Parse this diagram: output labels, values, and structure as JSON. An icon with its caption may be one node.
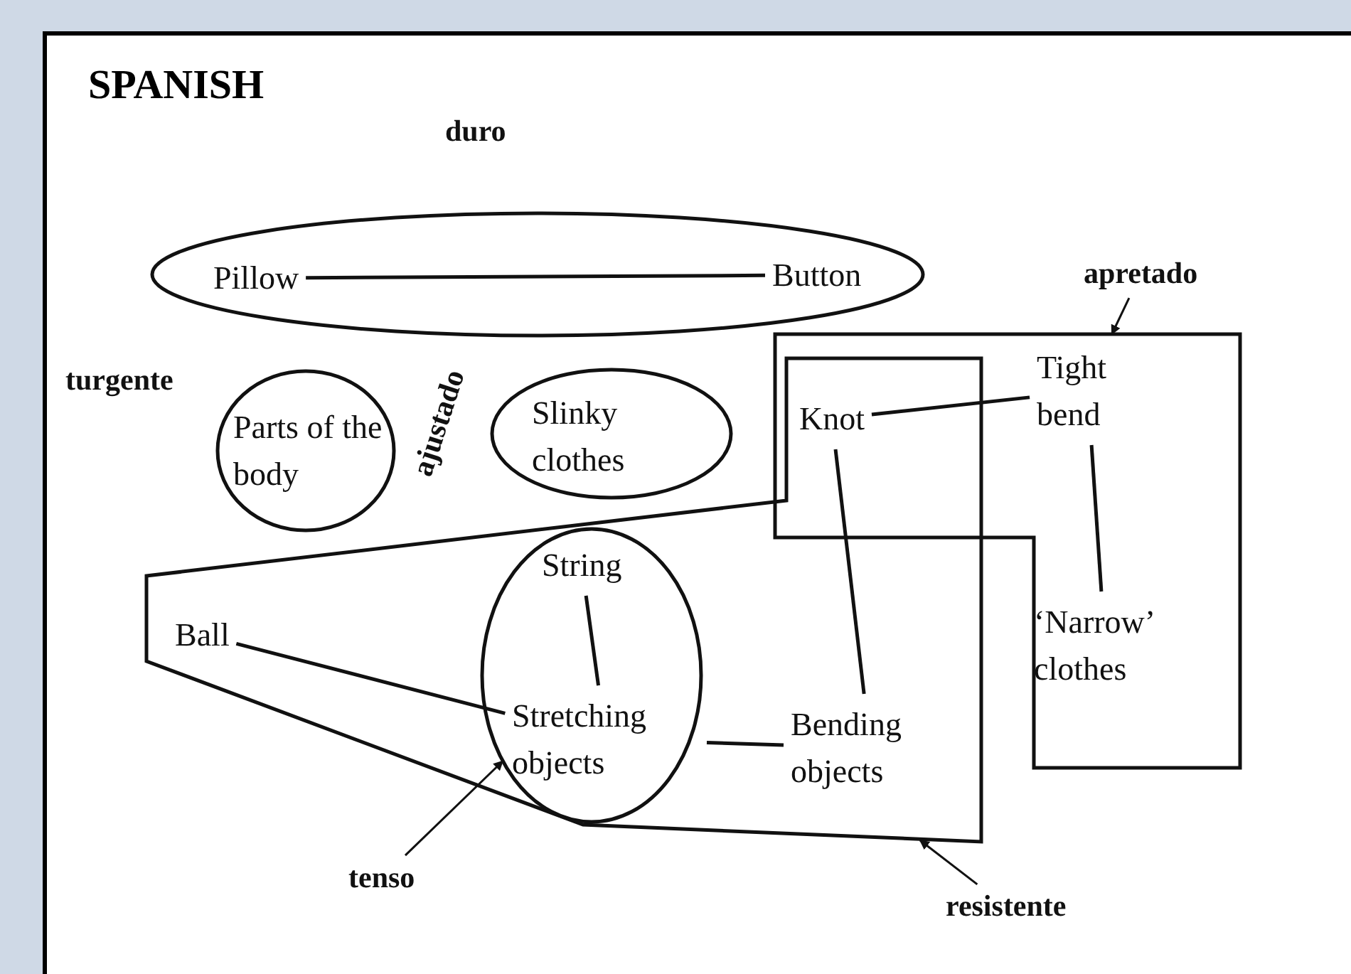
{
  "diagram": {
    "title": "SPANISH",
    "nodes": [
      {
        "text": [
          "duro"
        ]
      },
      {
        "text": [
          "Pillow"
        ],
        "in": 0
      },
      {
        "text": [
          "Button"
        ],
        "in": 0
      },
      {
        "text": [
          "turgente",
          "Parts of the body"
        ]
      },
      {
        "text": [
          "ajustado",
          "Slinky clothes"
        ]
      },
      {
        "text": [
          "apretado"
        ]
      },
      {
        "text": [],
        "shape": "polygon"
      },
      {
        "text": [],
        "shape": "polygon"
      },
      {
        "text": [
          "Knot"
        ]
      },
      {
        "text": [
          "Tight bend"
        ],
        "in": 6
      },
      {
        "text": [
          "‘Narrow’ clothes"
        ],
        "in": 6
      },
      {
        "text": [
          "Ball"
        ],
        "in": 7
      },
      {
        "text": [],
        "shape": "ellipse",
        "in": 7
      },
      {
        "text": [
          "String"
        ],
        "in": 12
      },
      {
        "text": [
          "Stretching objects"
        ],
        "in": 12
      },
      {
        "text": [
          "Bending objects"
        ],
        "in": 7
      },
      {
        "text": [
          "tenso"
        ]
      },
      {
        "text": [
          "resistente"
        ]
      }
    ],
    "edges": [
      {
        "from": 1,
        "to": 2,
        "arrow": "none"
      },
      {
        "from": 8,
        "to": 9,
        "arrow": "none"
      },
      {
        "from": 8,
        "to": 15,
        "arrow": "none"
      },
      {
        "from": 9,
        "to": 10,
        "arrow": "none"
      },
      {
        "from": 13,
        "to": 14,
        "arrow": "none"
      },
      {
        "from": 11,
        "to": 14,
        "arrow": "none"
      },
      {
        "from": 14,
        "to": 15,
        "arrow": "none"
      },
      {
        "from": 5,
        "to": 6,
        "arrow": "to"
      },
      {
        "from": 16,
        "to": 12,
        "arrow": "to"
      },
      {
        "from": 17,
        "to": 7,
        "arrow": "to"
      }
    ]
  }
}
